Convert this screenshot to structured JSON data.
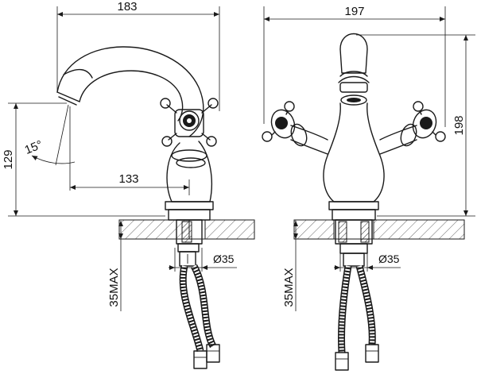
{
  "side_view": {
    "dim_width": "183",
    "dim_height": "129",
    "dim_reach": "133",
    "dim_angle": "15°",
    "dim_diameter": "Ø35",
    "dim_max_thickness": "35MAX"
  },
  "front_view": {
    "dim_width": "197",
    "dim_height": "198",
    "dim_diameter": "Ø35",
    "dim_max_thickness": "35MAX"
  }
}
